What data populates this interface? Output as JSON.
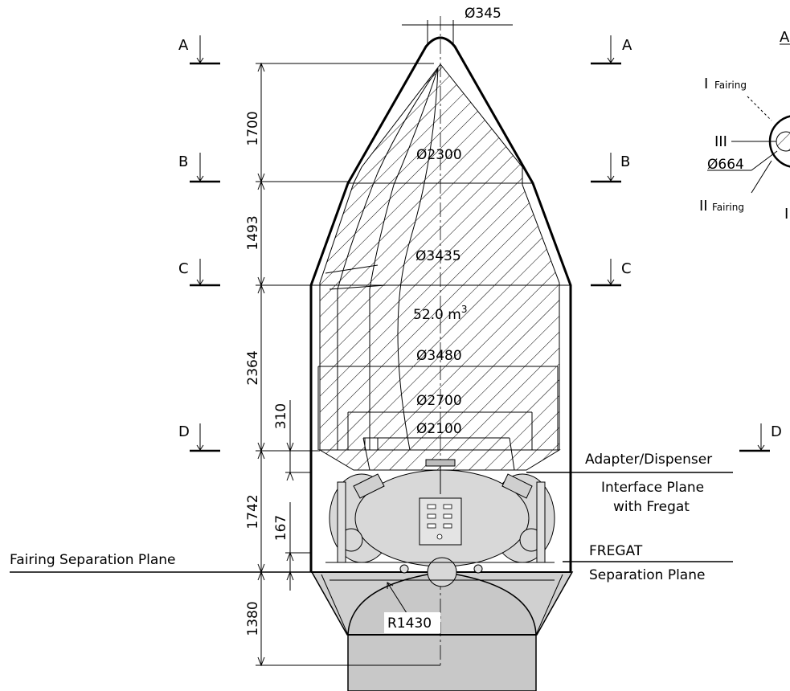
{
  "diameters": {
    "tip": "Ø345",
    "d2300": "Ø2300",
    "d3435": "Ø3435",
    "d3480": "Ø3480",
    "d2700": "Ø2700",
    "d2100": "Ø2100",
    "d664": "Ø664"
  },
  "volume": {
    "text": "52.0 m",
    "sup": "3"
  },
  "dimensions": {
    "h1700": "1700",
    "h1493": "1493",
    "h2364": "2364",
    "h310": "310",
    "h1742": "1742",
    "h167": "167",
    "h1380": "1380",
    "radius": "R1430"
  },
  "sections": {
    "a": "A",
    "b": "B",
    "c": "C",
    "d": "D"
  },
  "planes": {
    "adapter": "Adapter/Dispenser",
    "interface_line1": "Interface Plane",
    "interface_line2": "with Fregat",
    "fairing_sep": "Fairing Separation Plane",
    "fregat": "FREGAT",
    "fregat_sep": "Separation Plane"
  },
  "section_view": {
    "title": "A",
    "fairing_1_roman": "I",
    "fairing_1_label": "Fairing",
    "fairing_2_roman": "II",
    "fairing_2_label": "Fairing",
    "axis_3": "III",
    "axis_4": "I"
  }
}
